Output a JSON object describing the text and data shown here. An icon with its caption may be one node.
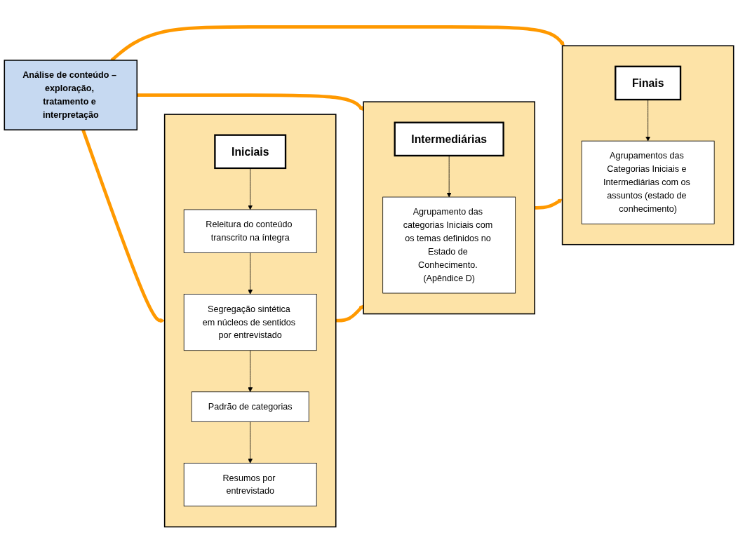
{
  "diagram": {
    "nodes": [
      {
        "text": [
          "Análise de conteúdo – exploração, tratamento e interpretação"
        ]
      },
      {
        "text": [],
        "shape": "box"
      },
      {
        "text": [
          "Iniciais"
        ],
        "in": 1
      },
      {
        "text": [
          "Releitura do conteúdo transcrito na íntegra"
        ],
        "in": 1
      },
      {
        "text": [
          "Segregação sintética em núcleos de sentidos por entrevistado"
        ],
        "in": 1
      },
      {
        "text": [
          "Padrão de categorias"
        ],
        "in": 1
      },
      {
        "text": [
          "Resumos por entrevistado"
        ],
        "in": 1
      },
      {
        "text": [],
        "shape": "box"
      },
      {
        "text": [
          "Intermediárias"
        ],
        "in": 7
      },
      {
        "text": [
          "Agrupamento das categorias Iniciais com os temas definidos no Estado de Conhecimento. (Apêndice D)"
        ],
        "in": 7
      },
      {
        "text": [],
        "shape": "box"
      },
      {
        "text": [
          "Finais"
        ],
        "in": 10
      },
      {
        "text": [
          "Agrupamentos das Categorias Iniciais e Intermediárias com os assuntos (estado de conhecimento)"
        ],
        "in": 10
      }
    ],
    "edges": [
      {
        "from": 0,
        "to": 1,
        "arrow": "to",
        "style": "thick",
        "color": "#ff9900"
      },
      {
        "from": 0,
        "to": 7,
        "arrow": "to",
        "style": "thick",
        "color": "#ff9900"
      },
      {
        "from": 0,
        "to": 10,
        "arrow": "to",
        "style": "thick",
        "color": "#ff9900"
      },
      {
        "from": 2,
        "to": 3,
        "arrow": "to"
      },
      {
        "from": 3,
        "to": 4,
        "arrow": "to"
      },
      {
        "from": 4,
        "to": 5,
        "arrow": "to"
      },
      {
        "from": 5,
        "to": 6,
        "arrow": "to"
      },
      {
        "from": 1,
        "to": 7,
        "arrow": "to",
        "style": "thick",
        "color": "#ff9900"
      },
      {
        "from": 8,
        "to": 9,
        "arrow": "to"
      },
      {
        "from": 7,
        "to": 10,
        "arrow": "to",
        "style": "thick",
        "color": "#ff9900"
      },
      {
        "from": 11,
        "to": 12,
        "arrow": "to"
      }
    ]
  }
}
